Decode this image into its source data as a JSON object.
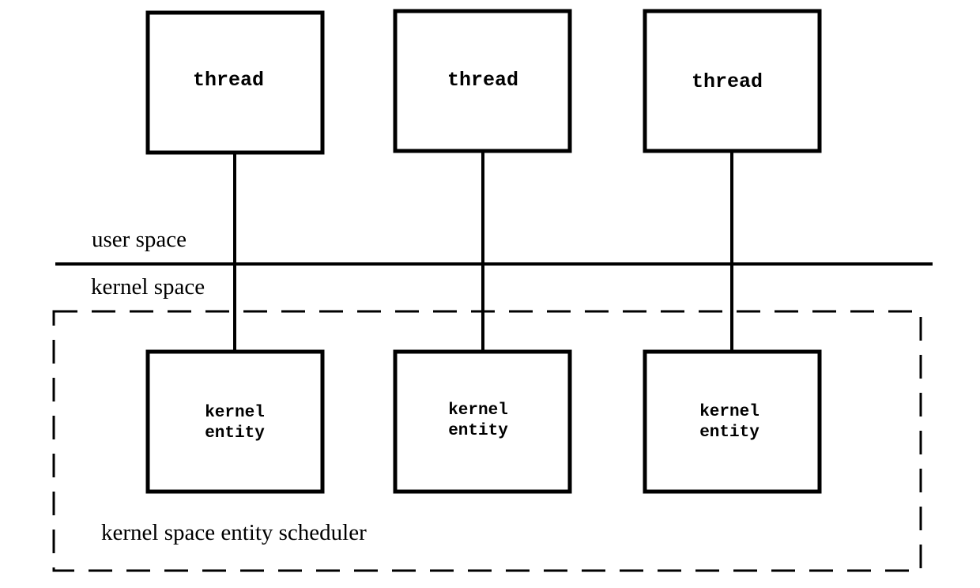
{
  "threads": [
    {
      "label": "thread"
    },
    {
      "label": "thread"
    },
    {
      "label": "thread"
    }
  ],
  "kernel_entities": [
    {
      "line1": "kernel",
      "line2": "entity"
    },
    {
      "line1": "kernel",
      "line2": "entity"
    },
    {
      "line1": "kernel",
      "line2": "entity"
    }
  ],
  "labels": {
    "user_space": "user space",
    "kernel_space": "kernel space",
    "scheduler": "kernel space entity scheduler"
  }
}
